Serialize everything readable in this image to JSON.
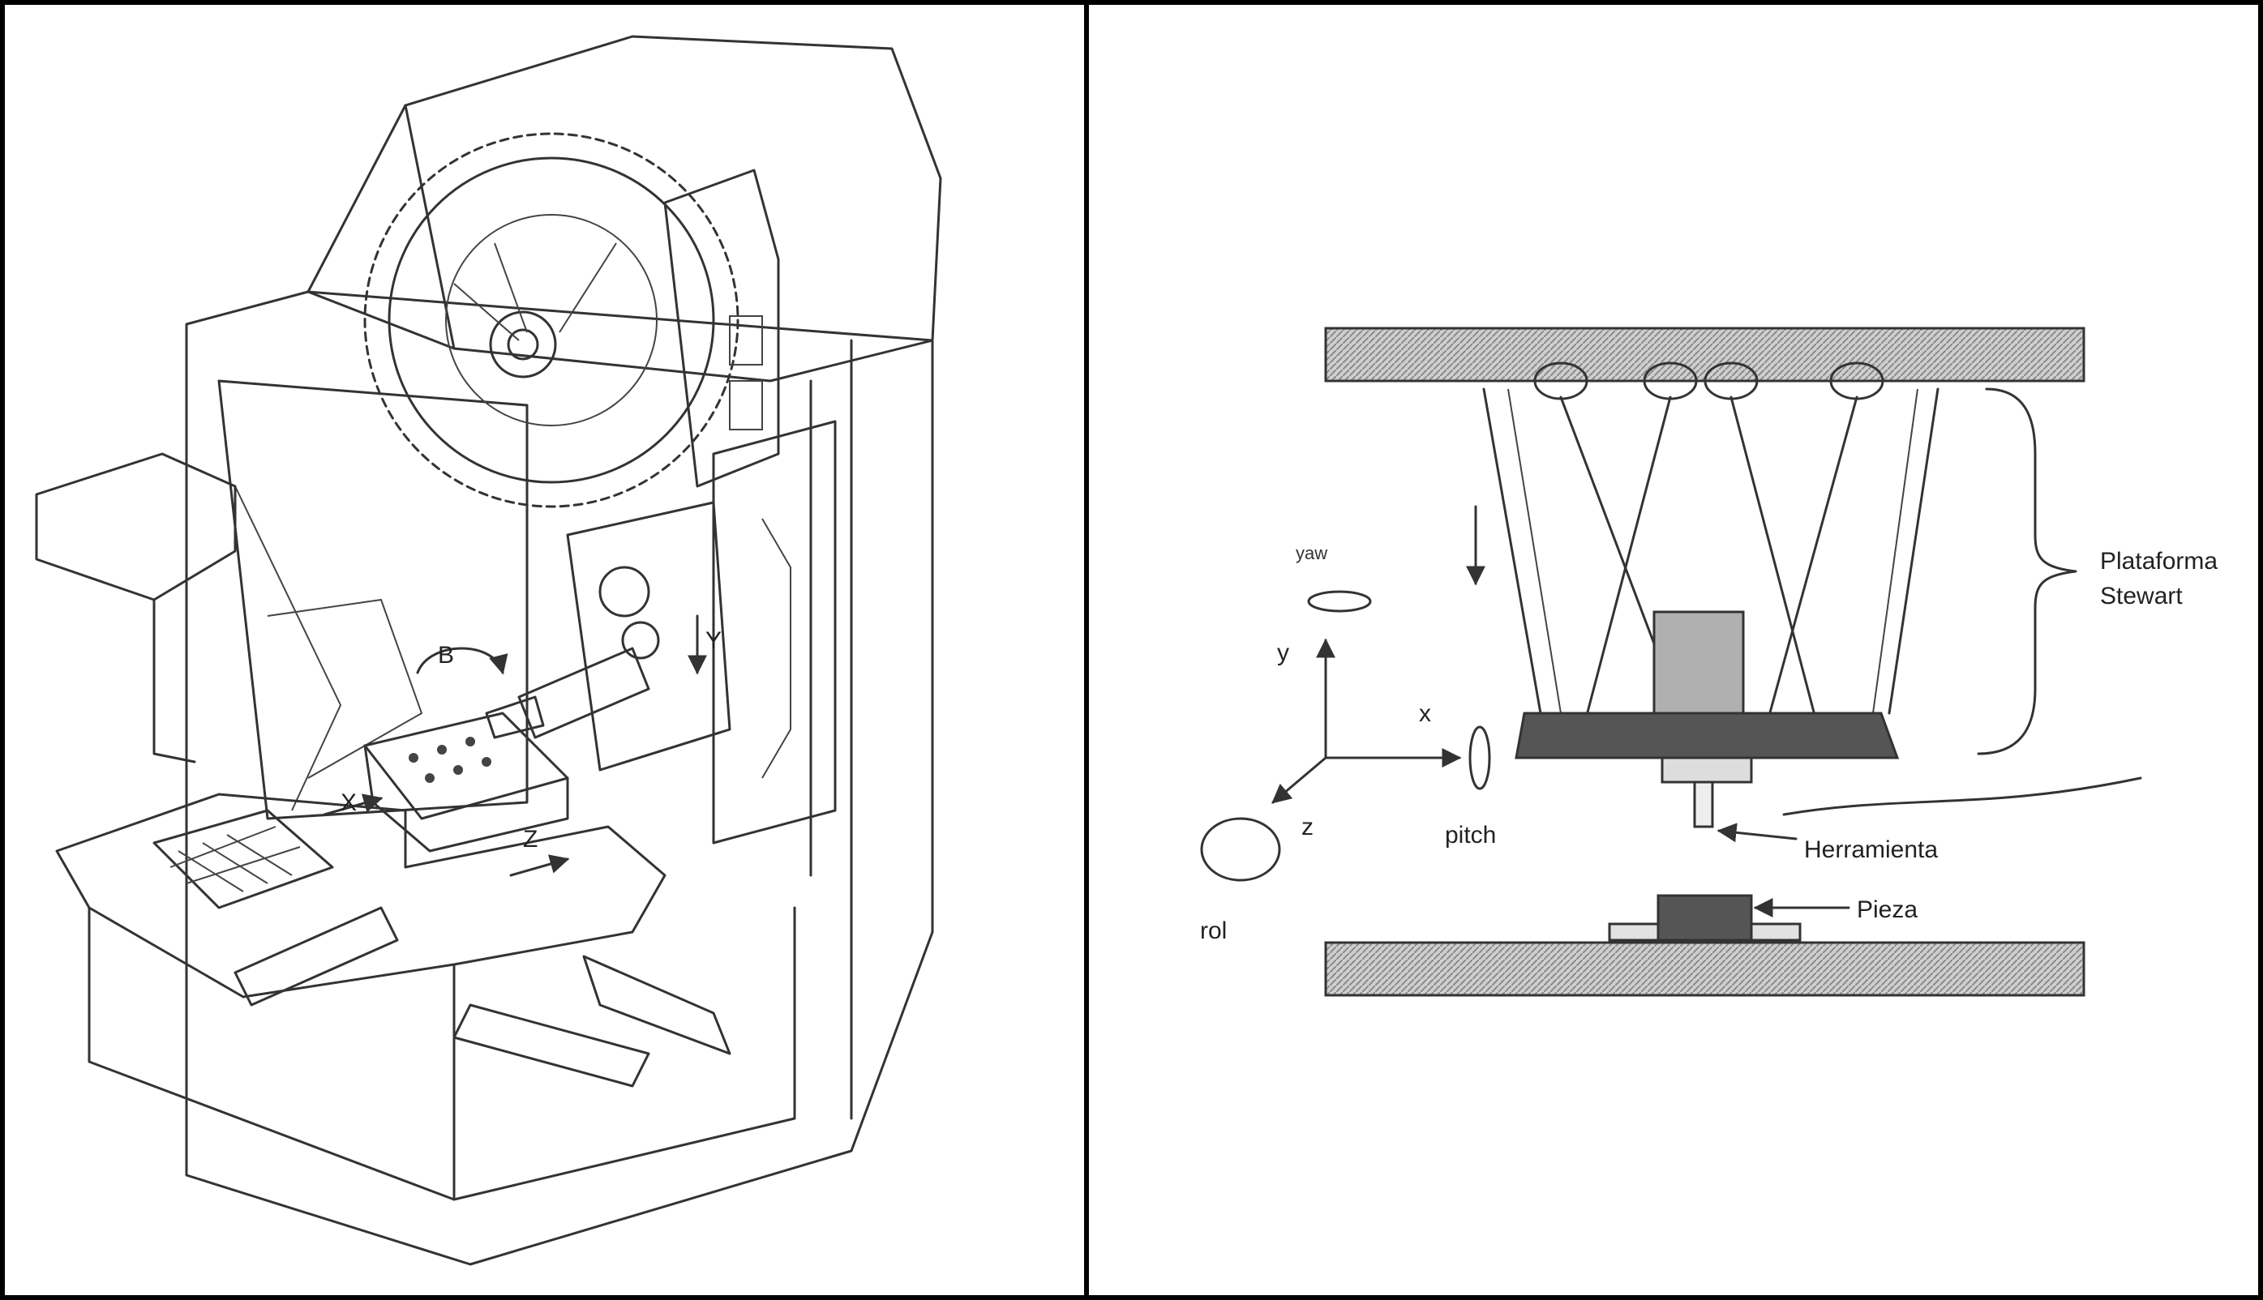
{
  "figure": {
    "left_panel": {
      "axis_labels": {
        "b": "B",
        "x": "X",
        "y": "Y",
        "z": "Z"
      }
    },
    "right_panel": {
      "labels": {
        "yaw": "yaw",
        "y": "y",
        "x": "x",
        "z": "z",
        "pitch": "pitch",
        "rol": "rol",
        "platform": [
          "Plataforma",
          "Stewart"
        ],
        "tool": "Herramienta",
        "piece": "Pieza"
      }
    }
  },
  "colors": {
    "border": "#000000",
    "ink": "#333333",
    "hatch": "#9a9a9a",
    "platform_plate": "#555555",
    "spindle_block": "#b0b0b0"
  }
}
